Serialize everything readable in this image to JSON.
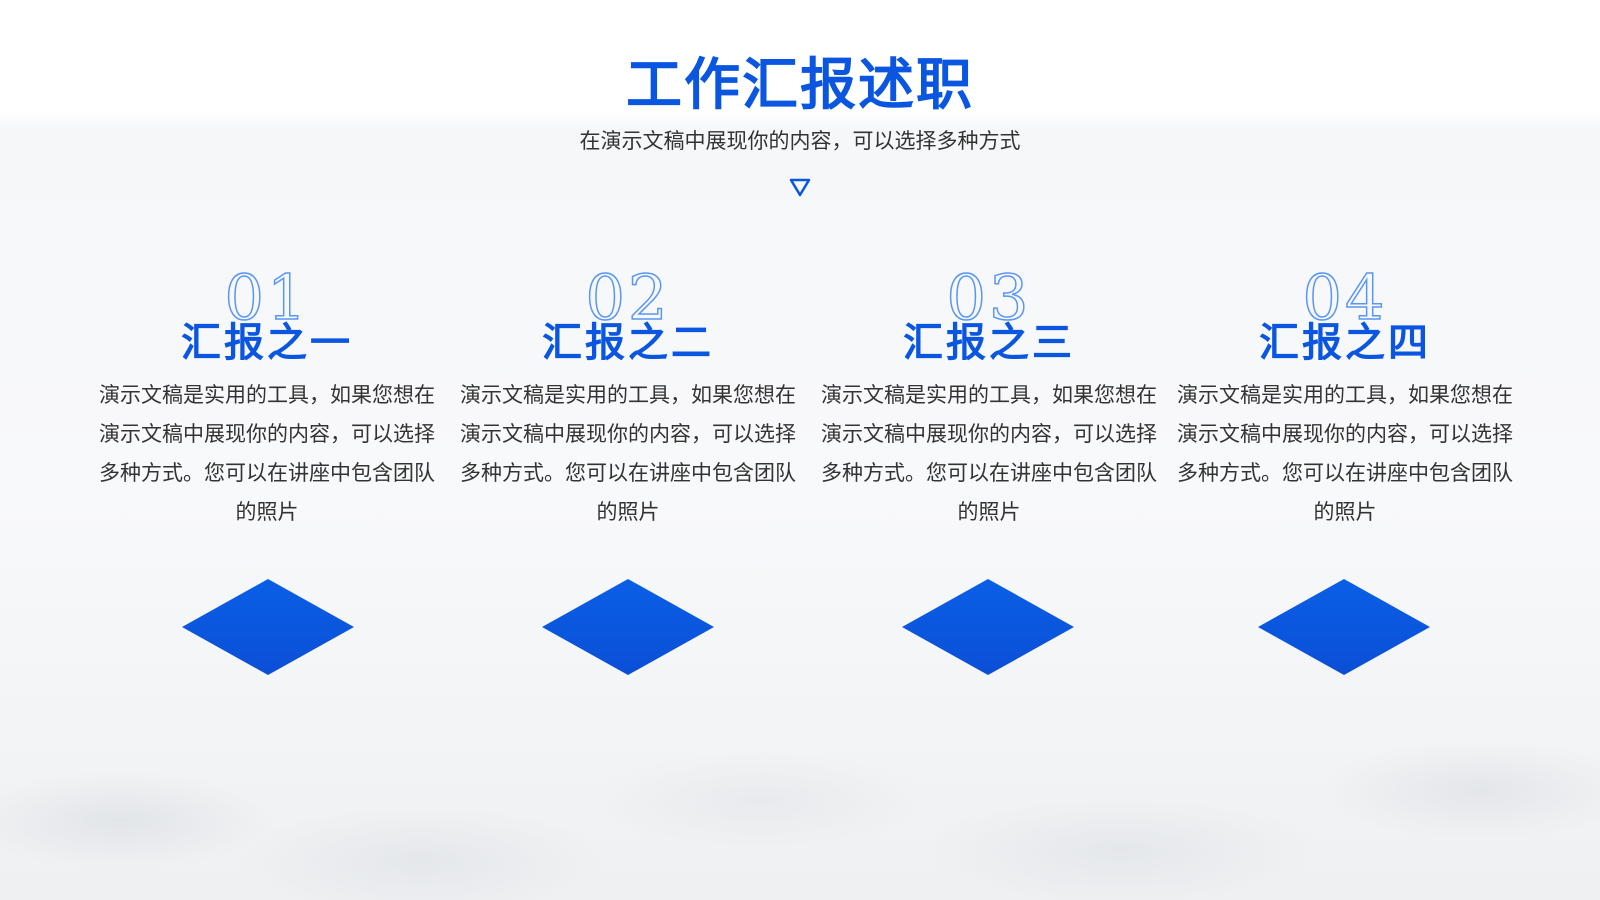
{
  "header": {
    "title": "工作汇报述职",
    "subtitle": "在演示文稿中展现你的内容，可以选择多种方式"
  },
  "items": [
    {
      "number": "01",
      "title": "汇报之一",
      "description": "演示文稿是实用的工具，如果您想在演示文稿中展现你的内容，可以选择多种方式。您可以在讲座中包含团队的照片"
    },
    {
      "number": "02",
      "title": "汇报之二",
      "description": "演示文稿是实用的工具，如果您想在演示文稿中展现你的内容，可以选择多种方式。您可以在讲座中包含团队的照片"
    },
    {
      "number": "03",
      "title": "汇报之三",
      "description": "演示文稿是实用的工具，如果您想在演示文稿中展现你的内容，可以选择多种方式。您可以在讲座中包含团队的照片"
    },
    {
      "number": "04",
      "title": "汇报之四",
      "description": "演示文稿是实用的工具，如果您想在演示文稿中展现你的内容，可以选择多种方式。您可以在讲座中包含团队的照片"
    }
  ],
  "colors": {
    "accent": "#0a56e0",
    "text": "#333333"
  },
  "icons": {
    "divider": "triangle-down-icon",
    "pillar": "cube-pillar-icon"
  }
}
